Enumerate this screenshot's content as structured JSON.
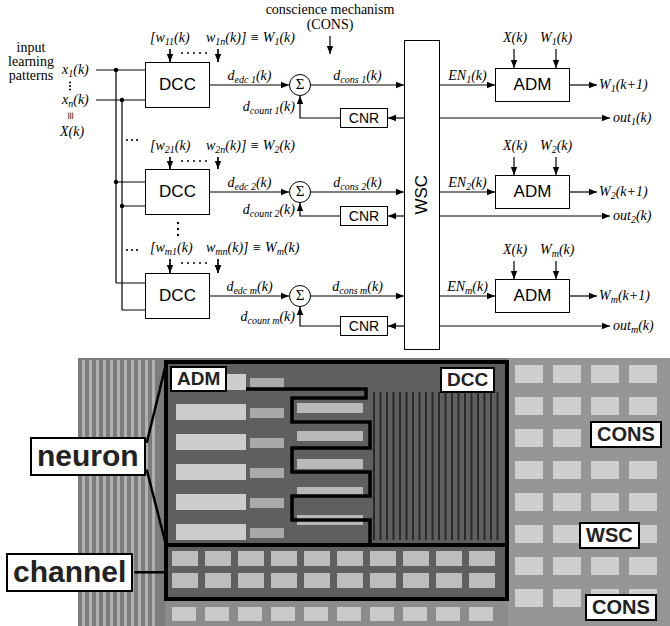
{
  "diagram": {
    "nodes": [
      {
        "text": [
          "DCC"
        ]
      },
      {
        "text": [
          "Σ"
        ]
      },
      {
        "text": [
          "CNR"
        ]
      },
      {
        "text": [
          "WSC"
        ]
      },
      {
        "text": [
          "ADM"
        ]
      },
      {
        "text": [
          "DCC"
        ]
      },
      {
        "text": [
          "Σ"
        ]
      },
      {
        "text": [
          "CNR"
        ]
      },
      {
        "text": [
          "ADM"
        ]
      },
      {
        "text": [
          "DCC"
        ]
      },
      {
        "text": [
          "Σ"
        ]
      },
      {
        "text": [
          "CNR"
        ]
      },
      {
        "text": [
          "ADM"
        ]
      },
      {
        "text": [
          "ADM"
        ]
      },
      {
        "text": [
          "DCC"
        ]
      },
      {
        "text": [
          "neuron"
        ]
      },
      {
        "text": [
          "CONS"
        ]
      },
      {
        "text": [
          "channel"
        ]
      },
      {
        "text": [
          "WSC"
        ]
      },
      {
        "text": [
          "CONS"
        ]
      }
    ],
    "edges": [
      {
        "from": 0,
        "to": 1,
        "label": "dedc 1(k)",
        "arrow": "to"
      },
      {
        "from": 1,
        "to": 3,
        "label": "dcons 1(k)",
        "arrow": "to"
      },
      {
        "from": 3,
        "to": 4,
        "label": "EN1(k)",
        "arrow": "to"
      },
      {
        "from": 3,
        "to": 2,
        "arrow": "to"
      },
      {
        "from": 2,
        "to": 1,
        "label": "dcount 1(k)",
        "arrow": "to"
      },
      {
        "from": 5,
        "to": 6,
        "label": "dedc 2(k)",
        "arrow": "to"
      },
      {
        "from": 6,
        "to": 3,
        "label": "dcons 2(k)",
        "arrow": "to"
      },
      {
        "from": 3,
        "to": 8,
        "label": "EN2(k)",
        "arrow": "to"
      },
      {
        "from": 3,
        "to": 7,
        "arrow": "to"
      },
      {
        "from": 7,
        "to": 6,
        "label": "dcount 2(k)",
        "arrow": "to"
      },
      {
        "from": 9,
        "to": 10,
        "label": "dedc m(k)",
        "arrow": "to"
      },
      {
        "from": 10,
        "to": 3,
        "label": "dcons m(k)",
        "arrow": "to"
      },
      {
        "from": 3,
        "to": 12,
        "label": "ENm(k)",
        "arrow": "to"
      },
      {
        "from": 3,
        "to": 11,
        "arrow": "to"
      },
      {
        "from": 11,
        "to": 10,
        "label": "dcount m(k)",
        "arrow": "to"
      }
    ],
    "labels": [
      "conscience mechanism",
      "(CONS)",
      "input learning patterns",
      "x1(k)",
      "xn(k)",
      "≡",
      "X(k)",
      "[w11(k)",
      "w1n(k)] ≡ W1(k)",
      "X(k)",
      "W1(k)",
      "W1(k+1)",
      "out1(k)",
      "[w21(k)",
      "w2n(k)] ≡ W2(k)",
      "X(k)",
      "W2(k)",
      "W2(k+1)",
      "out2(k)",
      "[wm1(k)",
      "wmn(k)] ≡ Wm(k)",
      "X(k)",
      "Wm(k)",
      "Wm(k+1)",
      "outm(k)"
    ]
  }
}
